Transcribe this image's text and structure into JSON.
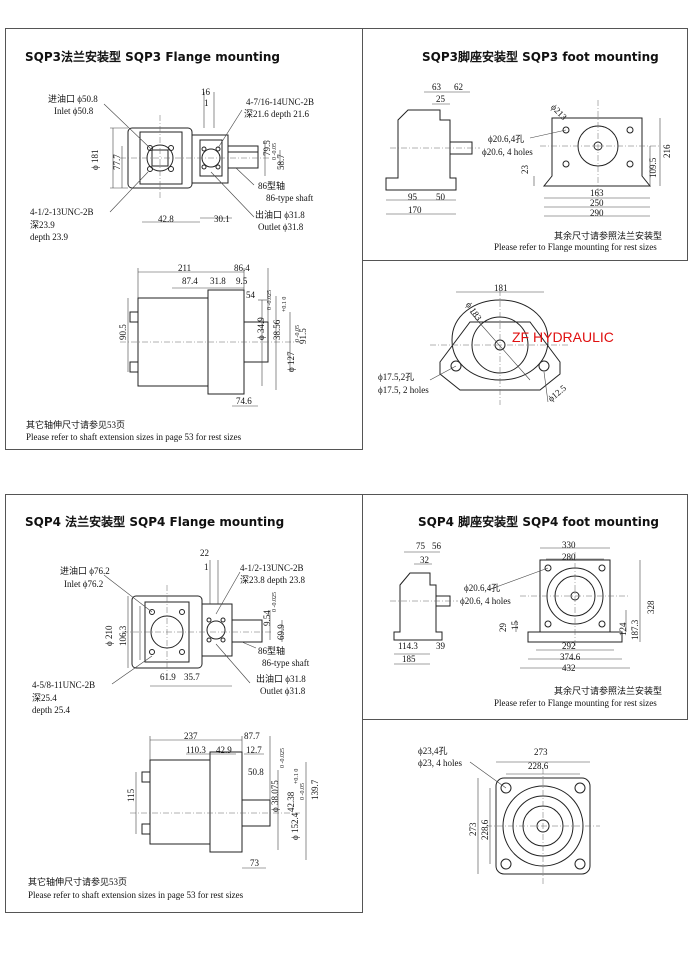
{
  "watermark": "ZF HYDRAULIC",
  "sqp3": {
    "flange": {
      "title": "SQP3法兰安装型  SQP3 Flange mounting",
      "inlet_cn": "进油口 ϕ50.8",
      "inlet_en": "Inlet  ϕ50.8",
      "thread_top": "4-7/16-14UNC-2B",
      "depth_top": "深21.6  depth 21.6",
      "thread_bottom": "4-1/2-13UNC-2B",
      "depth_bottom_cn": "深23.9",
      "depth_bottom_en": "depth 23.9",
      "shaft_cn": "86型轴",
      "shaft_en": "86-type shaft",
      "outlet_cn": "出油口 ϕ31.8",
      "outlet_en": "Outlet  ϕ31.8",
      "dims": {
        "d16": "16",
        "d1": "1",
        "d181": "ϕ 181",
        "d777": "77.7",
        "d795": "79.5",
        "d587": "58.7",
        "d428": "42.8",
        "d301": "30.1"
      },
      "side": {
        "d211": "211",
        "d864": "86.4",
        "d874": "87.4",
        "d318": "31.8",
        "d95": "9.5",
        "d54": "54",
        "d905": "90.5",
        "d349": "ϕ 34.9",
        "d3856": "38.56",
        "d127": "ϕ 127",
        "d915": "91.5",
        "d746": "74.6"
      },
      "tol_a": "0 -0.05",
      "tol_b": "0 -0.025",
      "tol_c": "+0.1 0",
      "tol_d": "0 -0.05",
      "note_cn": "其它轴伸尺寸请参见53页",
      "note_en": "Please refer to shaft extension sizes in page 53 for rest sizes"
    },
    "foot": {
      "title": "SQP3脚座安装型  SQP3 foot mounting",
      "holes_cn": "ϕ20.6,4孔",
      "holes_en": "ϕ20.6, 4 holes",
      "dims": {
        "d63": "63",
        "d62": "62",
        "d25": "25",
        "d95": "95",
        "d50": "50",
        "d170": "170",
        "d213": "ϕ213",
        "d216": "216",
        "d1095": "109.5",
        "d23": "23",
        "d163": "163",
        "d250": "250",
        "d290": "290"
      },
      "note_cn": "其余尺寸请参照法兰安装型",
      "note_en": "Please refer to Flange mounting for rest sizes",
      "flange_view": {
        "d181": "181",
        "d183": "ϕ 183",
        "holes_cn": "ϕ17.5,2孔",
        "holes_en": "ϕ17.5, 2 holes",
        "d125": "ϕ12.5"
      }
    }
  },
  "sqp4": {
    "flange": {
      "title": "SQP4 法兰安装型  SQP4 Flange mounting",
      "inlet_cn": "进油口 ϕ76.2",
      "inlet_en": "Inlet  ϕ76.2",
      "thread_top": "4-1/2-13UNC-2B",
      "depth_top": "深23.8  depth 23.8",
      "thread_bottom": "4-5/8-11UNC-2B",
      "depth_bottom_cn": "深25.4",
      "depth_bottom_en": "depth 25.4",
      "shaft_cn": "86型轴",
      "shaft_en": "86-type shaft",
      "outlet_cn": "出油口 ϕ31.8",
      "outlet_en": "Outlet  ϕ31.8",
      "dims": {
        "d22": "22",
        "d1": "1",
        "d210": "ϕ 210",
        "d1063": "106.3",
        "d954": "9.54",
        "d699": "69.9",
        "d619": "61.9",
        "d357": "35.7"
      },
      "side": {
        "d237": "237",
        "d877": "87.7",
        "d1103": "110.3",
        "d429": "42.9",
        "d127": "12.7",
        "d115": "115",
        "d508": "50.8",
        "d38075": "ϕ 38.075",
        "d4238": "42.38",
        "d1524": "ϕ 152.4",
        "d1397": "139.7",
        "d73": "73"
      },
      "tol_a": "0 -0.025",
      "tol_b": "0 -0.025",
      "tol_c": "+0.1 0",
      "tol_d": "0 -0.05",
      "note_cn": "其它轴伸尺寸请参见53页",
      "note_en": "Please refer to shaft extension sizes in page 53 for rest sizes"
    },
    "foot": {
      "title": "SQP4 脚座安装型  SQP4 foot mounting",
      "holes_cn": "ϕ20.6,4孔",
      "holes_en": "ϕ20.6, 4 holes",
      "dims": {
        "d75": "75",
        "d56": "56",
        "d32": "32",
        "d1143": "114.3",
        "d39": "39",
        "d185": "185",
        "d330": "330",
        "d280": "280",
        "d29": "29",
        "d15": "15",
        "d124": "124",
        "d1873": "187.3",
        "d328": "328",
        "d292": "292",
        "d3746": "374.6",
        "d432": "432"
      },
      "note_cn": "其余尺寸请参照法兰安装型",
      "note_en": "Please refer to Flange mounting for rest sizes",
      "flange_view": {
        "holes_cn": "ϕ23,4孔",
        "holes_en": "ϕ23, 4 holes",
        "d273": "273",
        "d2286": "228.6",
        "d273v": "273",
        "d2286v": "228.6"
      }
    }
  }
}
